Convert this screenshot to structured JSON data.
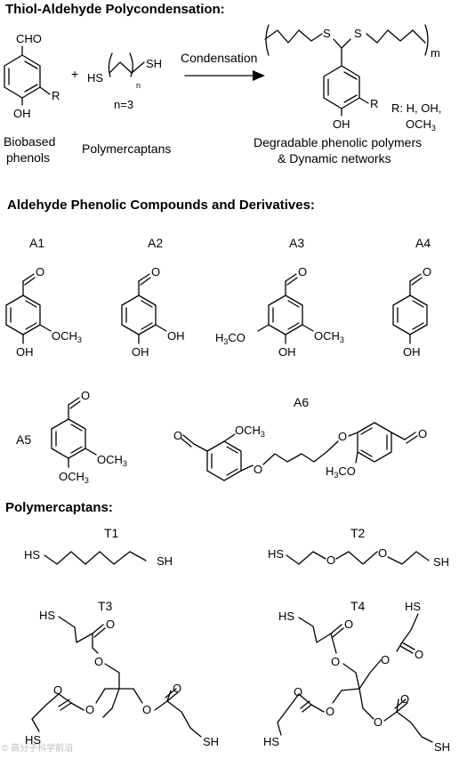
{
  "headings": {
    "polycondensation": "Thiol-Aldehyde Polycondensation:",
    "aldehydes": "Aldehyde Phenolic Compounds and Derivatives:",
    "polymercaptans": "Polymercaptans:"
  },
  "reaction": {
    "cho": "CHO",
    "r": "R",
    "oh": "OH",
    "plus": "+",
    "hs": "HS",
    "sh": "SH",
    "n": "n",
    "n_value": "n=3",
    "arrow_label": "Condensation",
    "s": "S",
    "m": "m",
    "r_def_line1": "R: H, OH,",
    "r_def_line2_main": "OCH",
    "r_def_line2_sub": "3",
    "reactant1_line1": "Biobased",
    "reactant1_line2": "phenols",
    "reactant2": "Polymercaptans",
    "product_line1": "Degradable phenolic polymers",
    "product_line2": "& Dynamic networks"
  },
  "compounds": {
    "a1": {
      "label": "A1",
      "o": "O",
      "och": "OCH",
      "sub3": "3",
      "oh": "OH"
    },
    "a2": {
      "label": "A2",
      "o": "O",
      "oh1": "OH",
      "oh2": "OH"
    },
    "a3": {
      "label": "A3",
      "o": "O",
      "h": "H",
      "sub3": "3",
      "co": "CO",
      "och": "OCH",
      "oh": "OH"
    },
    "a4": {
      "label": "A4",
      "o": "O",
      "oh": "OH"
    },
    "a5": {
      "label": "A5",
      "o": "O",
      "och": "OCH",
      "sub3": "3",
      "och_b": "OCH"
    },
    "a6": {
      "label": "A6",
      "o": "O",
      "och": "OCH",
      "sub3": "3",
      "h": "H",
      "co": "CO"
    }
  },
  "thiols": {
    "t1": {
      "label": "T1",
      "hs": "HS",
      "sh": "SH"
    },
    "t2": {
      "label": "T2",
      "hs": "HS",
      "o": "O",
      "sh": "SH"
    },
    "t3": {
      "label": "T3",
      "hs": "HS",
      "o": "O",
      "sh": "SH"
    },
    "t4": {
      "label": "T4",
      "hs": "HS",
      "o": "O",
      "sh": "SH"
    }
  },
  "watermark": "© 高分子科学前沿"
}
